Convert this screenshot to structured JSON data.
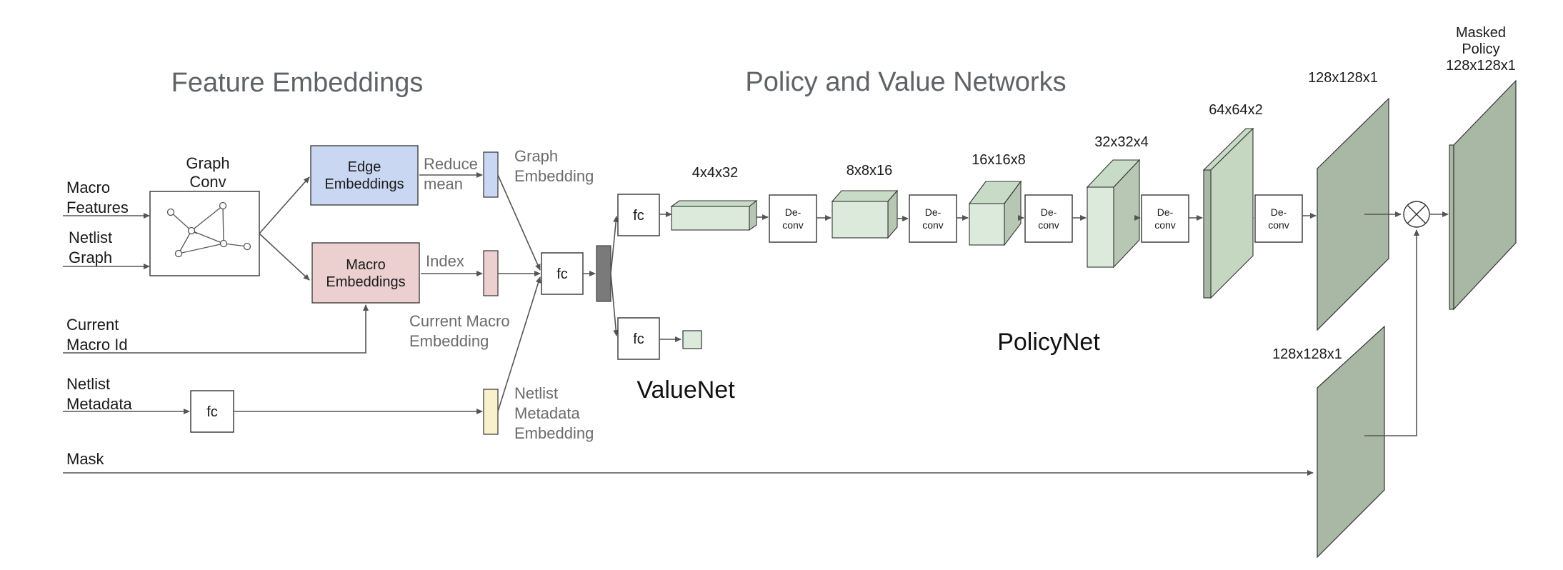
{
  "titles": {
    "feature_embeddings": "Feature Embeddings",
    "policy_value": "Policy and Value Networks"
  },
  "inputs": {
    "macro_features": [
      "Macro",
      "Features"
    ],
    "netlist_graph": [
      "Netlist",
      "Graph"
    ],
    "current_macro_id": [
      "Current",
      "Macro Id"
    ],
    "netlist_metadata": [
      "Netlist",
      "Metadata"
    ],
    "mask": "Mask"
  },
  "graph_conv": [
    "Graph",
    "Conv"
  ],
  "edge_embeddings": [
    "Edge",
    "Embeddings"
  ],
  "macro_embeddings": [
    "Macro",
    "Embeddings"
  ],
  "reduce_mean": [
    "Reduce",
    "mean"
  ],
  "index": "Index",
  "graph_embedding": [
    "Graph",
    "Embedding"
  ],
  "current_macro_embedding": [
    "Current Macro",
    "Embedding"
  ],
  "netlist_metadata_embedding": [
    "Netlist",
    "Metadata",
    "Embedding"
  ],
  "fc": "fc",
  "deconv": [
    "De-",
    "conv"
  ],
  "value_net": "ValueNet",
  "policy_net": "PolicyNet",
  "shapes": {
    "s4": "4x4x32",
    "s8": "8x8x16",
    "s16": "16x16x8",
    "s32": "32x32x4",
    "s64": "64x64x2",
    "s128": "128x128x1",
    "s128_mask": "128x128x1"
  },
  "masked_policy": [
    "Masked",
    "Policy",
    "128x128x1"
  ],
  "colors": {
    "edge_fill": "#c9d7f2",
    "macro_fill": "#eccfcf",
    "meta_fill": "#f9f1cc",
    "green_front": "#dceadb",
    "green_top": "#c8dbc6",
    "green_side": "#b7c7b3",
    "panel_front": "#a9b8a5",
    "panel_side": "#c6d7c1",
    "gray_bar": "#7a7a7a"
  }
}
